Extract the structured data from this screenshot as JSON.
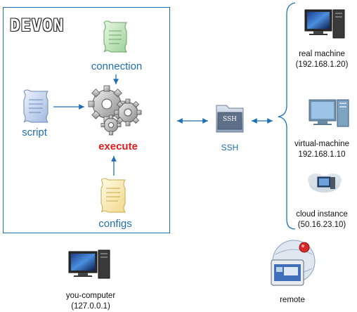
{
  "logo": "DEVON",
  "devon": {
    "connection": "connection",
    "script": "script",
    "execute": "execute",
    "configs": "configs"
  },
  "ssh_label": "SSH",
  "ssh_folder_text": "SSH",
  "targets": {
    "real": {
      "name": "real machine",
      "ip": "(192.168.1.20)"
    },
    "virtual": {
      "name": "virtual-machine",
      "ip": "192.168.1.10"
    },
    "cloud": {
      "name": "cloud instance",
      "ip": "(50.16.23.10)"
    }
  },
  "you_computer": {
    "name": "you-computer",
    "ip": "(127.0.0.1)"
  },
  "remote": "remote",
  "colors": {
    "accent": "#1f6fb5",
    "execute": "#e01b1b"
  }
}
